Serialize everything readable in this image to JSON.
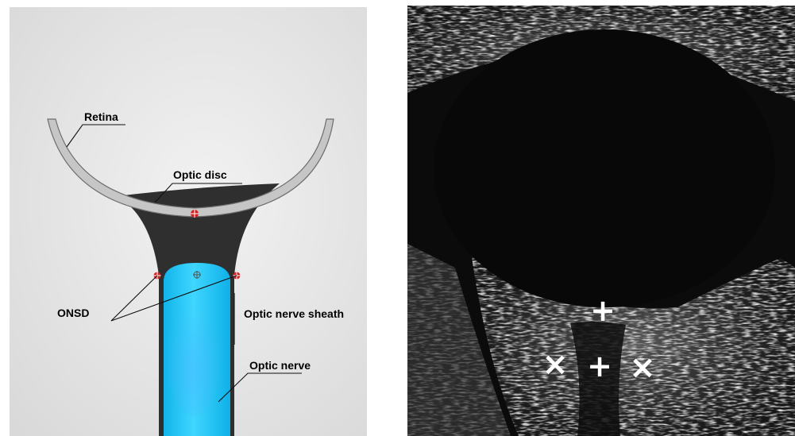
{
  "diagram": {
    "labels": {
      "retina": "Retina",
      "optic_disc": "Optic disc",
      "onsd": "ONSD",
      "optic_nerve_sheath": "Optic nerve sheath",
      "optic_nerve": "Optic nerve"
    },
    "colors": {
      "background": "#e6e6e6",
      "retina_fill": "#c8c8c8",
      "sheath_dark": "#2f2f2f",
      "nerve_cyan": "#19c6f4",
      "nerve_cyan_dark": "#0aa8e0",
      "marker_red": "#d42020"
    }
  },
  "ultrasound": {
    "markers": {
      "plus": "+",
      "cross": "×"
    },
    "colors": {
      "background": "#0b0b0b",
      "tissue": "#cfcfcf"
    }
  }
}
